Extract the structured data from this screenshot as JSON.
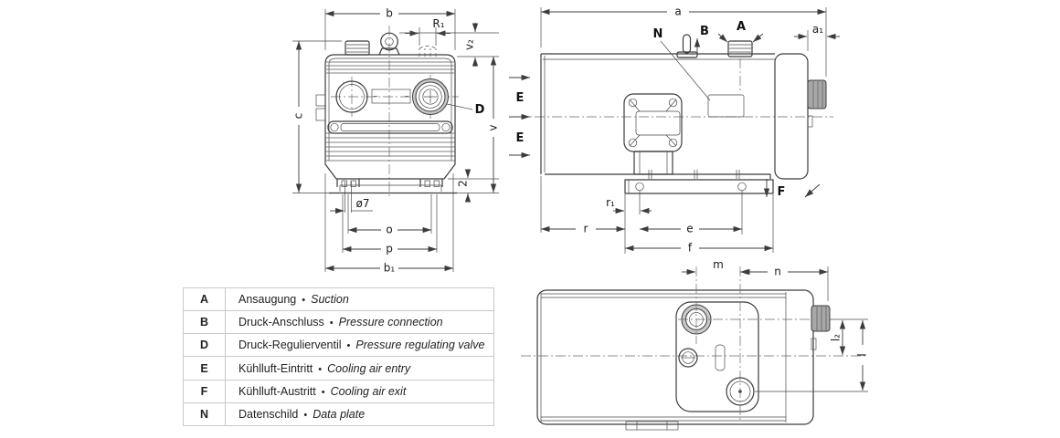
{
  "drawing": {
    "front": {
      "b": "b",
      "r1": "R₁",
      "v2": "v₂",
      "c": "c",
      "d_callout": "D",
      "v": "v",
      "foot": "2",
      "hole": "ø7",
      "o": "o",
      "p": "p",
      "b1": "b₁"
    },
    "side": {
      "a": "a",
      "n_callout": "N",
      "b_callout": "B",
      "a_callout": "A",
      "a1": "a₁",
      "e_callout": "E",
      "f_callout": "F",
      "r1": "r₁",
      "r": "r",
      "e": "e",
      "f": "f"
    },
    "top": {
      "m": "m",
      "n": "n",
      "l2": "l₂",
      "l": "l"
    }
  },
  "legend": {
    "separator": "•",
    "rows": [
      {
        "key": "A",
        "de": "Ansaugung",
        "en": "Suction"
      },
      {
        "key": "B",
        "de": "Druck-Anschluss",
        "en": "Pressure connection"
      },
      {
        "key": "D",
        "de": "Druck-Regulierventil",
        "en": "Pressure regulating valve"
      },
      {
        "key": "E",
        "de": "Kühlluft-Eintritt",
        "en": "Cooling air entry"
      },
      {
        "key": "F",
        "de": "Kühlluft-Austritt",
        "en": "Cooling air exit"
      },
      {
        "key": "N",
        "de": "Datenschild",
        "en": "Data plate"
      }
    ]
  },
  "colors": {
    "line": "#3c3c3c",
    "background": "#ffffff",
    "table_border": "#c9c9c9",
    "shade": "#a8a8a8",
    "ring_shade": "#c9c9c9"
  }
}
